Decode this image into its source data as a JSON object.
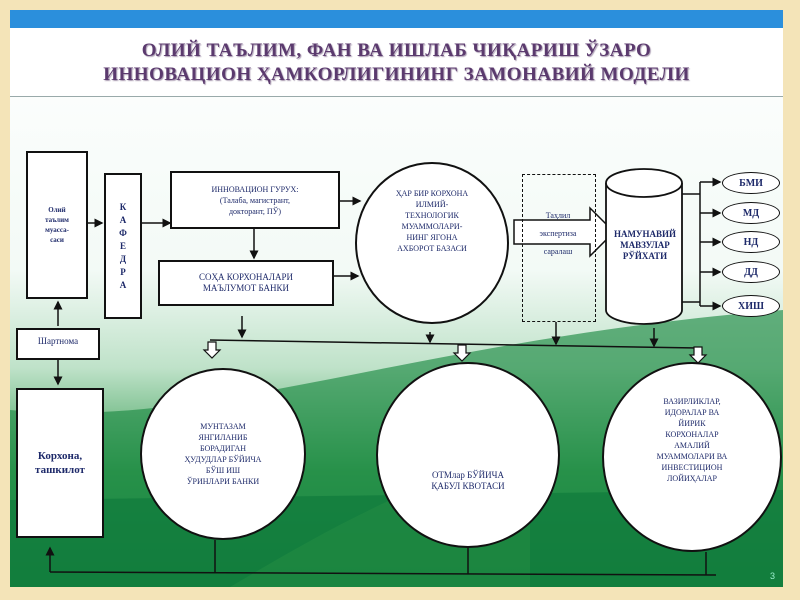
{
  "slide": {
    "title_line1": "ОЛИЙ ТАЪЛИМ, ФАН ВА ИШЛАБ ЧИҚАРИШ ЎЗАРО",
    "title_line2": "ИННОВАЦИОН ҲАМКОРЛИГИНИНГ ЗАМОНАВИЙ МОДЕЛИ",
    "page_number": "3",
    "colors": {
      "title_text": "#5b3a6e",
      "title_bar": "#2b8fdc",
      "outer_border": "#f4e4b8",
      "green_dark": "#0f7a3c",
      "green_light": "#3fae4a",
      "node_text": "#1e2a6a"
    }
  },
  "diagram": {
    "nodes": {
      "university": "Олий\nтаълим\nмуасса-\nсаси",
      "kafedra": [
        "К",
        "А",
        "Ф",
        "Е",
        "Д",
        "Р",
        "А"
      ],
      "innovation_group": "ИННОВАЦИОН ГУРУХ:\n(Талаба, магистрант,\nдокторант, ПЎ)",
      "industry_databank": "СОҲА КОРХОНАЛАРИ\nМАЪЛУМОТ БАНКИ",
      "unified_database": "ҲАР БИР КОРХОНА\nИЛМИЙ-\nТЕХНОЛОГИК\nМУАММОЛАРИ-\nНИНГ ЯГОНА\nАХБОРОТ БАЗАСИ",
      "expert_review": "Таҳлил\nэкспертиза\nсаралаш",
      "sample_topics": "НАМУНАВИЙ\nМАВЗУЛАР\nРЎЙХАТИ",
      "contract": "Шартнома",
      "enterprise": "Корхона,\nташкилот",
      "jobs_bank": "МУНТАЗАМ\nЯНГИЛАНИБ\nБОРАДИГАН\nҲУДУДЛАР БЎЙИЧА\nБЎШ ИШ\nЎРИНЛАРИ БАНКИ",
      "admission_quota": "ОТМлар БЎЙИЧА\nҚАБУЛ КВОТАСИ",
      "ministries_projects": "ВАЗИРЛИКЛАР,\nИДОРАЛАР ВА\nЙИРИК\nКОРХОНАЛАР\nАМАЛИЙ\nМУАММОЛАРИ ВА\nИНВЕСТИЦИОН\nЛОЙИҲАЛАР"
    },
    "outputs": [
      "БМИ",
      "МД",
      "НД",
      "ДД",
      "ХИШ"
    ]
  }
}
